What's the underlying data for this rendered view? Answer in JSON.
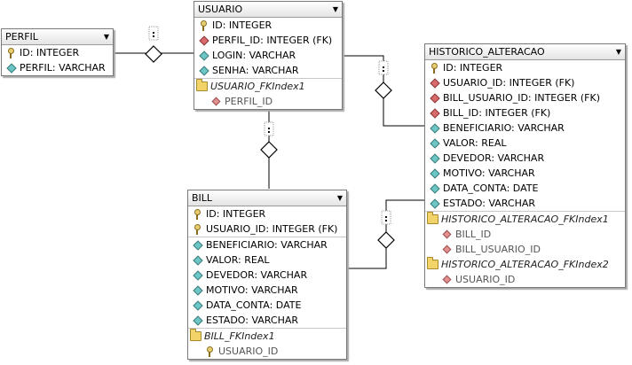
{
  "tables": {
    "perfil": {
      "name": "PERFIL",
      "columns": [
        {
          "icon": "key-icon",
          "label": "ID: INTEGER"
        },
        {
          "icon": "column-diamond-icon",
          "label": "PERFIL: VARCHAR"
        }
      ]
    },
    "usuario": {
      "name": "USUARIO",
      "columns": [
        {
          "icon": "key-icon",
          "label": "ID: INTEGER"
        },
        {
          "icon": "foreign-key-diamond-icon",
          "label": "PERFIL_ID: INTEGER (FK)"
        },
        {
          "icon": "column-diamond-icon",
          "label": "LOGIN: VARCHAR"
        },
        {
          "icon": "column-diamond-icon",
          "label": "SENHA: VARCHAR"
        }
      ],
      "indexes": [
        {
          "name": "USUARIO_FKIndex1",
          "fields": [
            "PERFIL_ID"
          ]
        }
      ]
    },
    "historico": {
      "name": "HISTORICO_ALTERACAO",
      "columns": [
        {
          "icon": "key-icon",
          "label": "ID: INTEGER"
        },
        {
          "icon": "foreign-key-diamond-icon",
          "label": "USUARIO_ID: INTEGER (FK)"
        },
        {
          "icon": "foreign-key-diamond-icon",
          "label": "BILL_USUARIO_ID: INTEGER (FK)"
        },
        {
          "icon": "foreign-key-diamond-icon",
          "label": "BILL_ID: INTEGER (FK)"
        },
        {
          "icon": "column-diamond-icon",
          "label": "BENEFICIARIO: VARCHAR"
        },
        {
          "icon": "column-diamond-icon",
          "label": "VALOR: REAL"
        },
        {
          "icon": "column-diamond-icon",
          "label": "DEVEDOR: VARCHAR"
        },
        {
          "icon": "column-diamond-icon",
          "label": "MOTIVO: VARCHAR"
        },
        {
          "icon": "column-diamond-icon",
          "label": "DATA_CONTA: DATE"
        },
        {
          "icon": "column-diamond-icon",
          "label": "ESTADO: VARCHAR"
        }
      ],
      "indexes": [
        {
          "name": "HISTORICO_ALTERACAO_FKIndex1",
          "fields": [
            "BILL_ID",
            "BILL_USUARIO_ID"
          ]
        },
        {
          "name": "HISTORICO_ALTERACAO_FKIndex2",
          "fields": [
            "USUARIO_ID"
          ]
        }
      ]
    },
    "bill": {
      "name": "BILL",
      "columns": [
        {
          "icon": "key-icon",
          "label": "ID: INTEGER"
        },
        {
          "icon": "key-icon",
          "label": "USUARIO_ID: INTEGER (FK)"
        },
        {
          "icon": "column-diamond-icon",
          "label": "BENEFICIARIO: VARCHAR"
        },
        {
          "icon": "column-diamond-icon",
          "label": "VALOR: REAL"
        },
        {
          "icon": "column-diamond-icon",
          "label": "DEVEDOR: VARCHAR"
        },
        {
          "icon": "column-diamond-icon",
          "label": "MOTIVO: VARCHAR"
        },
        {
          "icon": "column-diamond-icon",
          "label": "DATA_CONTA: DATE"
        },
        {
          "icon": "column-diamond-icon",
          "label": "ESTADO: VARCHAR"
        }
      ],
      "indexes": [
        {
          "name": "BILL_FKIndex1",
          "fields": [
            "USUARIO_ID"
          ]
        }
      ]
    }
  },
  "relationships": [
    {
      "from": "perfil",
      "to": "usuario",
      "marker": ":"
    },
    {
      "from": "usuario",
      "to": "bill",
      "marker": ":"
    },
    {
      "from": "usuario",
      "to": "historico",
      "marker": ":"
    },
    {
      "from": "bill",
      "to": "historico",
      "marker": ":"
    }
  ],
  "colors": {
    "column_diamond": "#6cc6c6",
    "foreign_key_diamond": "#d86a6a",
    "key": "#e8cf72",
    "index_folder": "#f1d36a"
  }
}
